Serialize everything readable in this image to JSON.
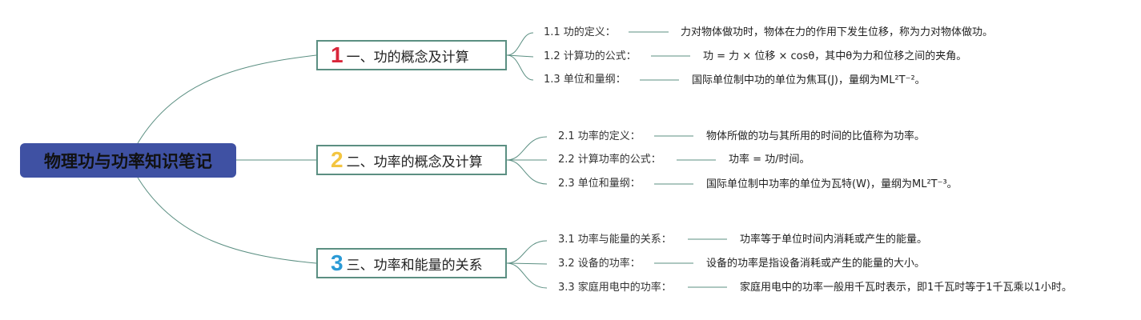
{
  "root": {
    "title": "物理功与功率知识笔记"
  },
  "colors": {
    "root_bg": "#3f51a3",
    "branch_border": "#5b8f82",
    "line": "#5b8f82",
    "num1": "#d9263a",
    "num2": "#f3c540",
    "num3": "#2a9ad6"
  },
  "branches": [
    {
      "number": "1",
      "title": "一、功的概念及计算",
      "items": [
        {
          "label": "1.1 功的定义：",
          "text": "力对物体做功时，物体在力的作用下发生位移，称为力对物体做功。"
        },
        {
          "label": "1.2 计算功的公式：",
          "text": "功 = 力 × 位移 × cosθ，其中θ为力和位移之间的夹角。"
        },
        {
          "label": "1.3 单位和量纲：",
          "text": "国际单位制中功的单位为焦耳(J)，量纲为ML²T⁻²。"
        }
      ]
    },
    {
      "number": "2",
      "title": "二、功率的概念及计算",
      "items": [
        {
          "label": "2.1 功率的定义：",
          "text": "物体所做的功与其所用的时间的比值称为功率。"
        },
        {
          "label": "2.2 计算功率的公式：",
          "text": "功率 = 功/时间。"
        },
        {
          "label": "2.3 单位和量纲：",
          "text": "国际单位制中功率的单位为瓦特(W)，量纲为ML²T⁻³。"
        }
      ]
    },
    {
      "number": "3",
      "title": "三、功率和能量的关系",
      "items": [
        {
          "label": "3.1 功率与能量的关系：",
          "text": "功率等于单位时间内消耗或产生的能量。"
        },
        {
          "label": "3.2 设备的功率：",
          "text": "设备的功率是指设备消耗或产生的能量的大小。"
        },
        {
          "label": "3.3 家庭用电中的功率：",
          "text": "家庭用电中的功率一般用千瓦时表示，即1千瓦时等于1千瓦乘以1小时。"
        }
      ]
    }
  ]
}
